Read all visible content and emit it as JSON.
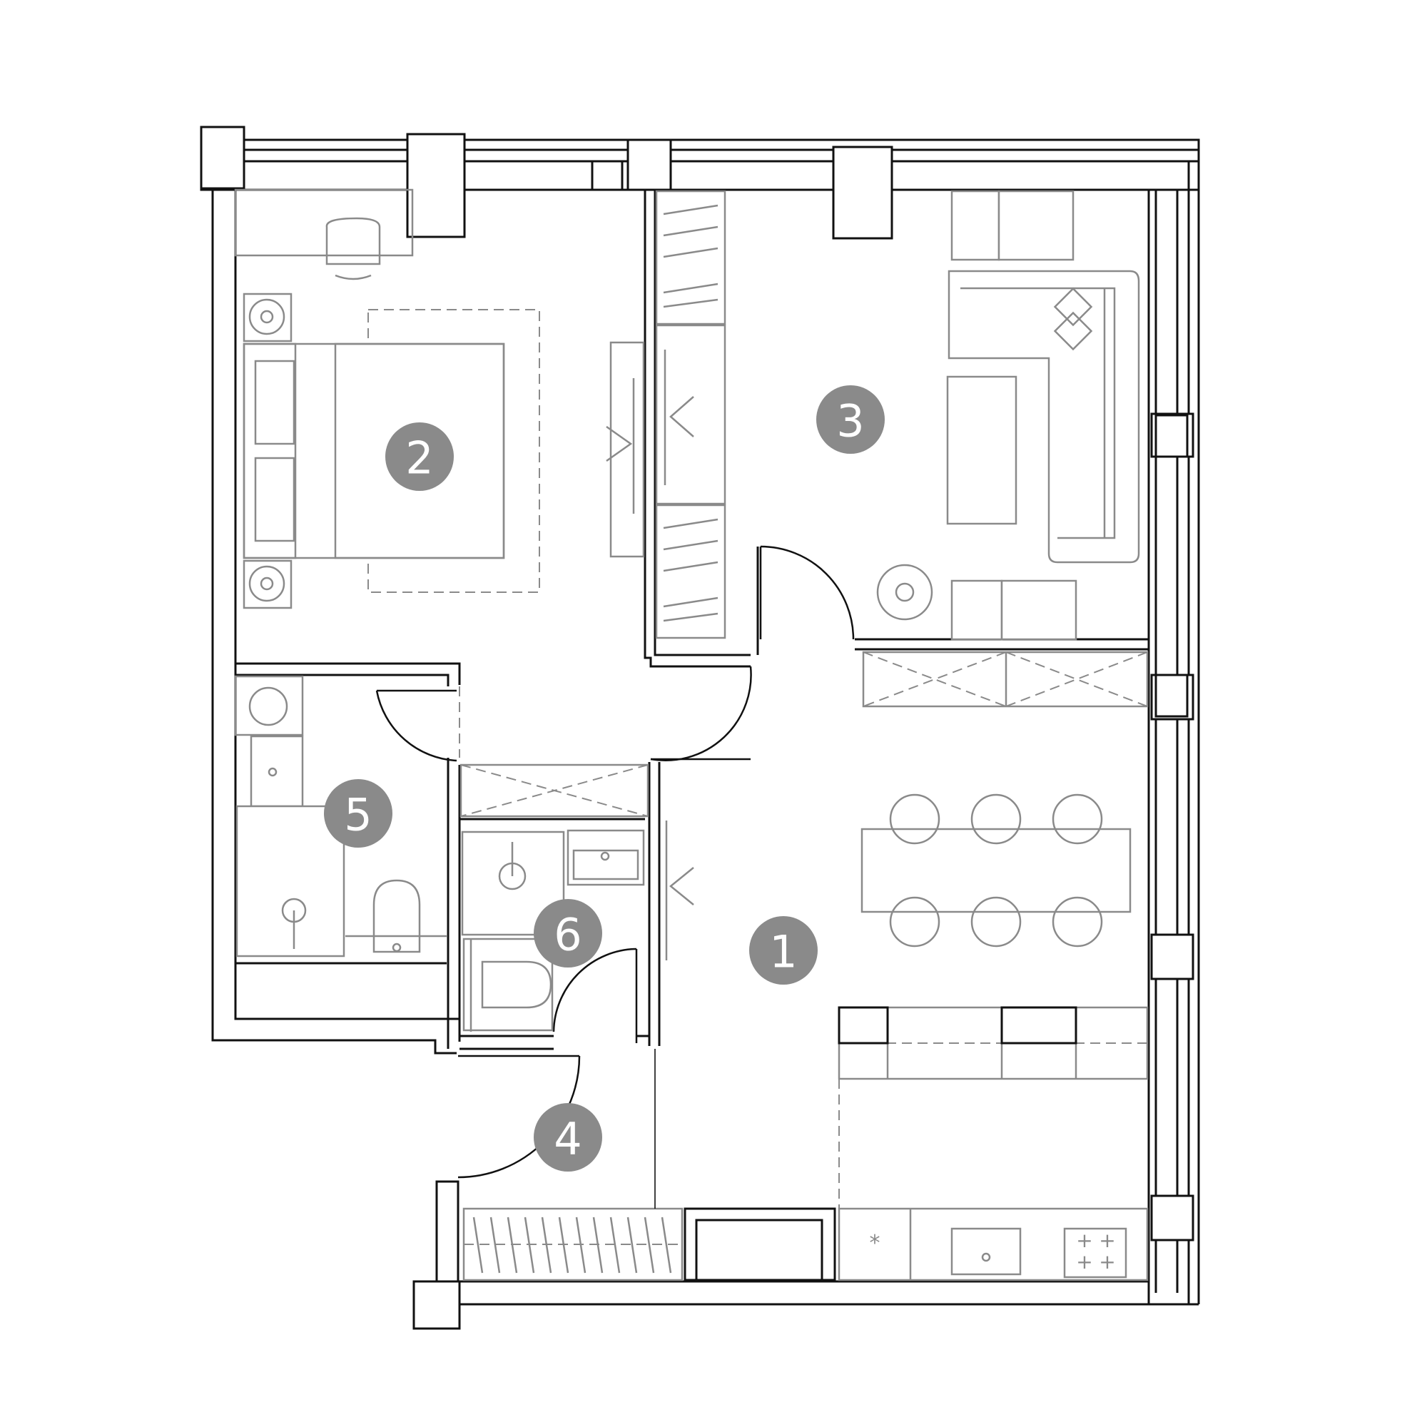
{
  "plan": {
    "rooms": [
      {
        "id": "room-1",
        "label": "1"
      },
      {
        "id": "room-2",
        "label": "2"
      },
      {
        "id": "room-3",
        "label": "3"
      },
      {
        "id": "room-4",
        "label": "4"
      },
      {
        "id": "room-5",
        "label": "5"
      },
      {
        "id": "room-6",
        "label": "6"
      }
    ]
  },
  "colors": {
    "walls": "#111111",
    "furniture": "#8a8a8a",
    "badge": "#8a8a8a",
    "badge_text": "#ffffff",
    "background": "#ffffff"
  }
}
